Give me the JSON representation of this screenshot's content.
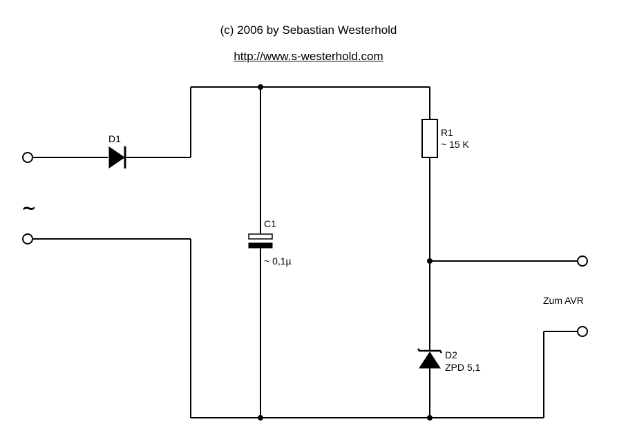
{
  "header": {
    "copyright": "(c) 2006 by Sebastian Westerhold",
    "url": "http://www.s-westerhold.com"
  },
  "input": {
    "ac_symbol": "~"
  },
  "components": {
    "d1": {
      "ref": "D1"
    },
    "c1": {
      "ref": "C1",
      "value": "~ 0,1µ"
    },
    "r1": {
      "ref": "R1",
      "value": "~ 15 K"
    },
    "d2": {
      "ref": "D2",
      "value": "ZPD 5,1"
    }
  },
  "output": {
    "label": "Zum AVR"
  },
  "colors": {
    "ink": "#000000",
    "background": "#ffffff"
  }
}
